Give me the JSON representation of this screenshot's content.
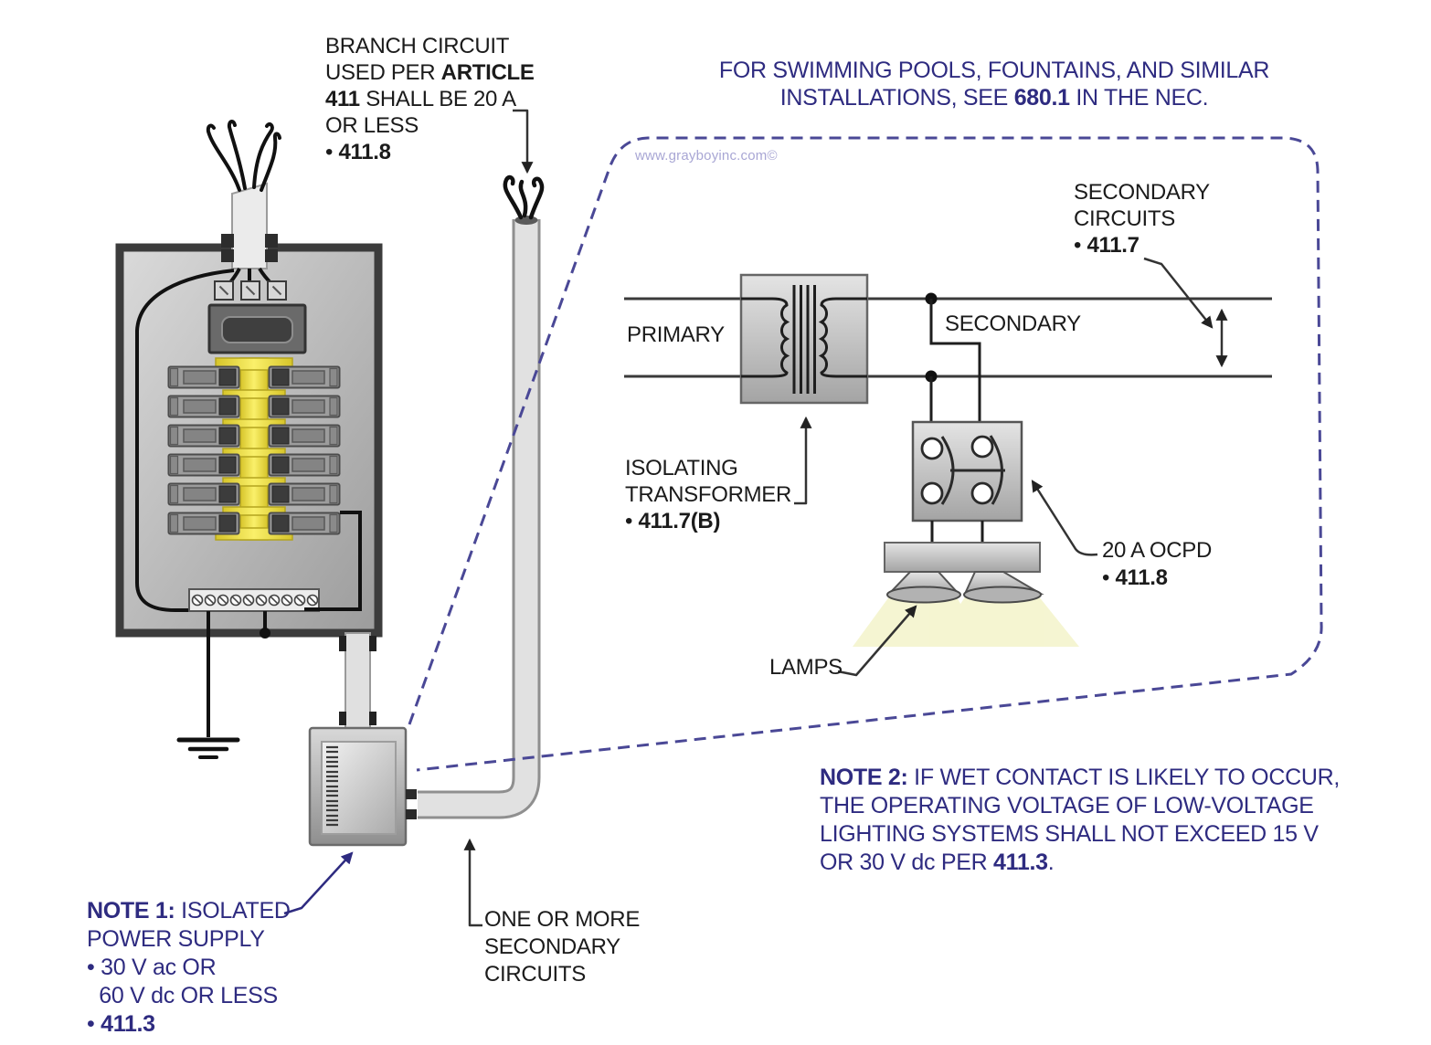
{
  "callout_note": "FOR SWIMMING POOLS, FOUNTAINS, AND SIMILAR\nINSTALLATIONS, SEE **680.1** IN THE NEC.",
  "watermark": "www.grayboyinc.com©",
  "labels": {
    "branch_circuit": "BRANCH CIRCUIT\nUSED PER **ARTICLE**\n**411** SHALL BE 20 A\nOR LESS\n• **411.8**",
    "secondary_circuits": "SECONDARY\nCIRCUITS\n• **411.7**",
    "primary": "PRIMARY",
    "secondary": "SECONDARY",
    "isolating_transformer": "ISOLATING\nTRANSFORMER\n• **411.7(B)**",
    "ocpd": "20 A OCPD\n• **411.8**",
    "lamps": "LAMPS",
    "one_or_more_secondary": "ONE OR MORE\nSECONDARY\nCIRCUITS",
    "note1": "**NOTE 1:** ISOLATED\nPOWER SUPPLY\n• 30 V ac OR\n  60 V dc OR LESS\n• **411.3**",
    "note2": "**NOTE 2:** IF WET CONTACT IS LIKELY TO OCCUR,\nTHE OPERATING VOLTAGE OF LOW-VOLTAGE\nLIGHTING SYSTEMS SHALL NOT EXCEED 15 V\nOR 30 V dc PER **411.3**."
  },
  "colors": {
    "navy_text": "#2e2b80",
    "watermark": "#a8a6d4",
    "dashed_callout": "#4a4896",
    "bus_yellow": "#f2e33c",
    "lamp_glow": "#f4f4cd",
    "line": "#1a1a1a"
  }
}
